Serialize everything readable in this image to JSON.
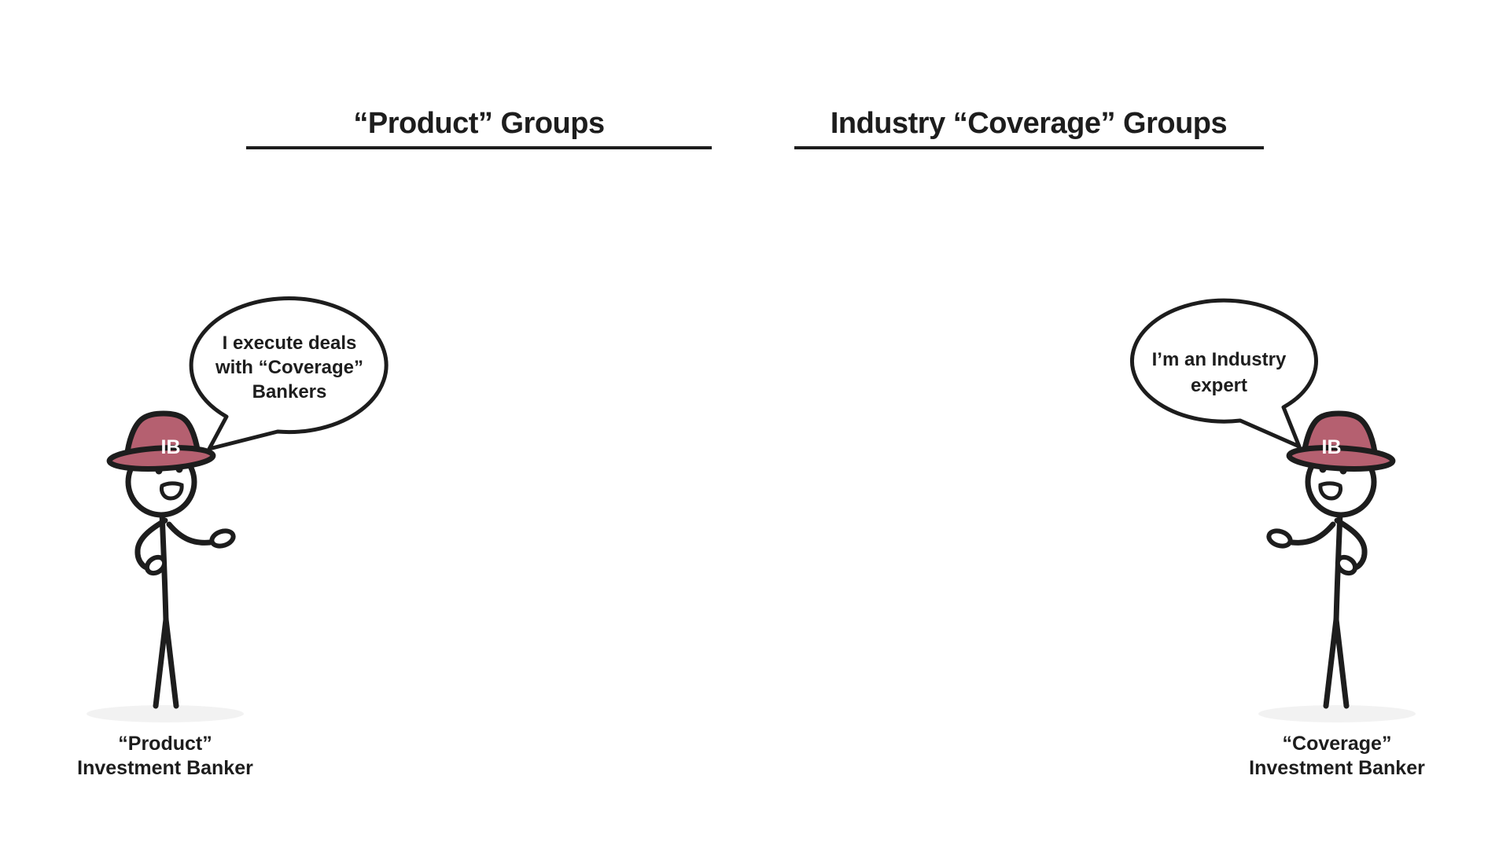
{
  "palette": {
    "hat": "#b56070",
    "ink": "#1d1d1d",
    "shadow": "#f2f2f2"
  },
  "left_group": {
    "heading": "“Product” Groups",
    "bubble": {
      "lines": [
        "I execute deals",
        "with “Coverage”",
        "Bankers"
      ]
    },
    "figure": {
      "hat_label": "IB"
    },
    "caption": {
      "lines": [
        "“Product”",
        "Investment Banker"
      ]
    }
  },
  "right_group": {
    "heading": "Industry “Coverage” Groups",
    "bubble": {
      "lines": [
        "I’m an Industry",
        "expert"
      ]
    },
    "figure": {
      "hat_label": "IB"
    },
    "caption": {
      "lines": [
        "“Coverage”",
        "Investment Banker"
      ]
    }
  }
}
